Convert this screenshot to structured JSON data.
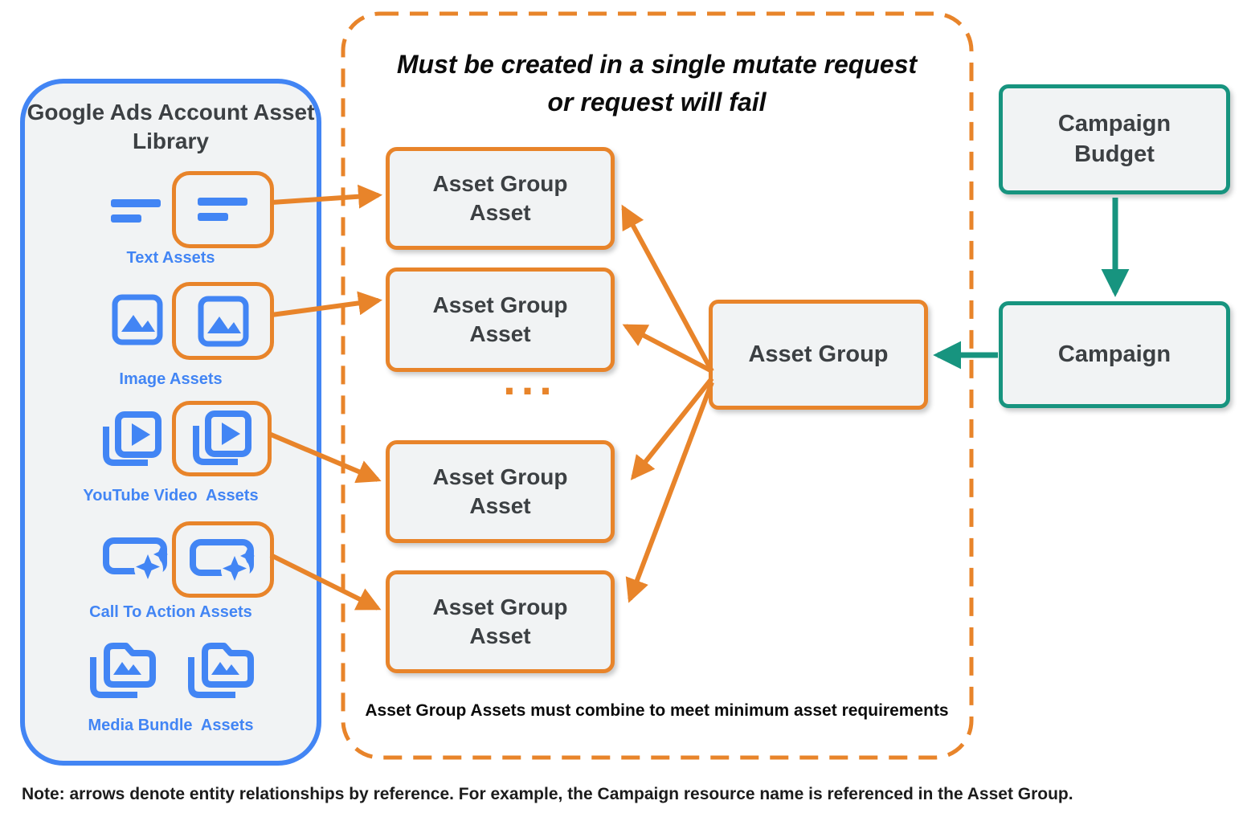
{
  "colors": {
    "blue": "#4285F4",
    "orange": "#E8842A",
    "teal": "#17947F",
    "panel_fill": "#F1F3F4",
    "dark_text": "#3C4043"
  },
  "library": {
    "title": "Google Ads Account Asset Library",
    "rows": [
      {
        "label": "Text Assets",
        "icon": "text-lines-icon",
        "highlighted": true
      },
      {
        "label": "Image Assets",
        "icon": "image-icon",
        "highlighted": true
      },
      {
        "label": "YouTube Video  Assets",
        "icon": "video-stack-icon",
        "highlighted": true
      },
      {
        "label": "Call To Action Assets",
        "icon": "sparkle-banner-icon",
        "highlighted": true
      },
      {
        "label": "Media Bundle  Assets",
        "icon": "media-folder-stack-icon",
        "highlighted": false
      }
    ]
  },
  "mutate_group": {
    "title_line1": "Must be created in a single mutate request",
    "title_line2": "or request will fail",
    "boxes": [
      {
        "label": "Asset Group Asset"
      },
      {
        "label": "Asset Group Asset"
      },
      {
        "label": "Asset Group Asset"
      },
      {
        "label": "Asset Group Asset"
      }
    ],
    "ellipsis": "...",
    "caption": "Asset Group Assets must combine to meet minimum asset requirements"
  },
  "asset_group": {
    "label": "Asset Group"
  },
  "campaign_budget": {
    "label": "Campaign Budget"
  },
  "campaign": {
    "label": "Campaign"
  },
  "note": "Note: arrows denote entity relationships by reference. For example, the Campaign resource name is referenced in the Asset Group.",
  "edges": [
    {
      "from": "text-asset",
      "to": "asset-group-asset-1",
      "color": "orange"
    },
    {
      "from": "image-asset",
      "to": "asset-group-asset-2",
      "color": "orange"
    },
    {
      "from": "youtube-video-asset",
      "to": "asset-group-asset-3",
      "color": "orange"
    },
    {
      "from": "call-to-action-asset",
      "to": "asset-group-asset-4",
      "color": "orange"
    },
    {
      "from": "asset-group",
      "to": "asset-group-asset-1",
      "color": "orange"
    },
    {
      "from": "asset-group",
      "to": "asset-group-asset-2",
      "color": "orange"
    },
    {
      "from": "asset-group",
      "to": "asset-group-asset-3",
      "color": "orange"
    },
    {
      "from": "asset-group",
      "to": "asset-group-asset-4",
      "color": "orange"
    },
    {
      "from": "campaign",
      "to": "asset-group",
      "color": "teal"
    },
    {
      "from": "campaign-budget",
      "to": "campaign",
      "color": "teal"
    }
  ]
}
